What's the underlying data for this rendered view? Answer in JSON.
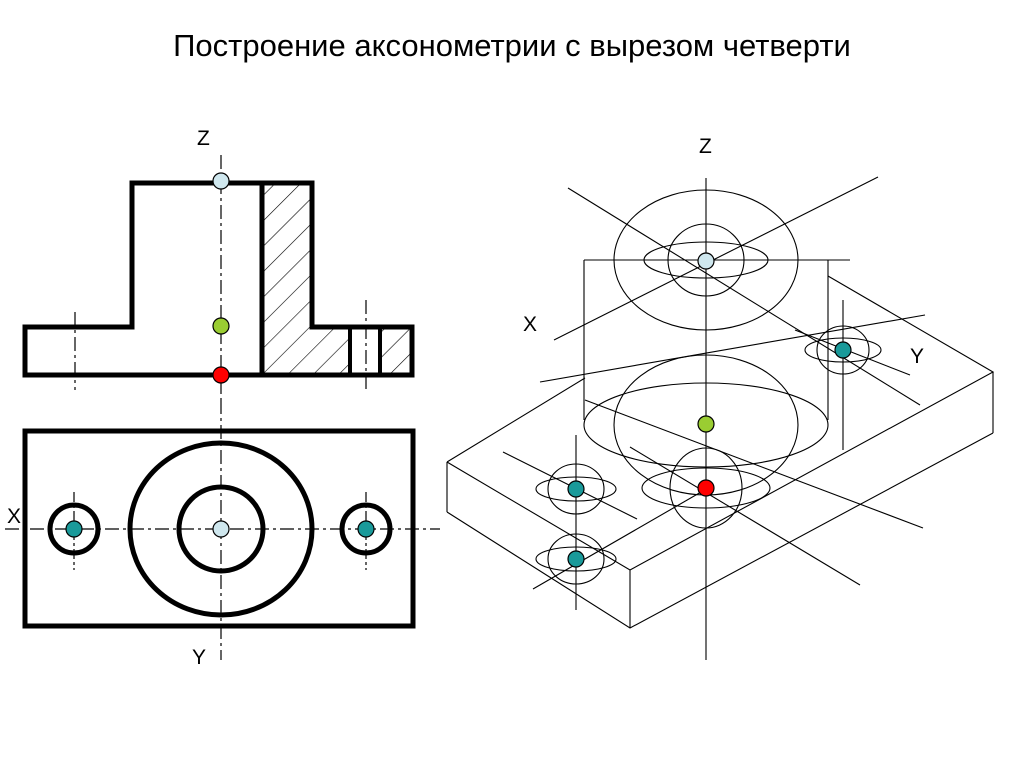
{
  "slide": {
    "title": "Построение аксонометрии с вырезом четверти"
  },
  "orthographic": {
    "front_view_axis_label": "Z",
    "top_view_x_label": "X",
    "top_view_y_label": "Y"
  },
  "isometric": {
    "z_label": "Z",
    "x_label": "X",
    "y_label": "Y"
  },
  "colors": {
    "point_top": "#cfe7ee",
    "point_mid": "#9acd32",
    "point_base": "#ff0000",
    "point_holes": "#1a9a9a"
  }
}
